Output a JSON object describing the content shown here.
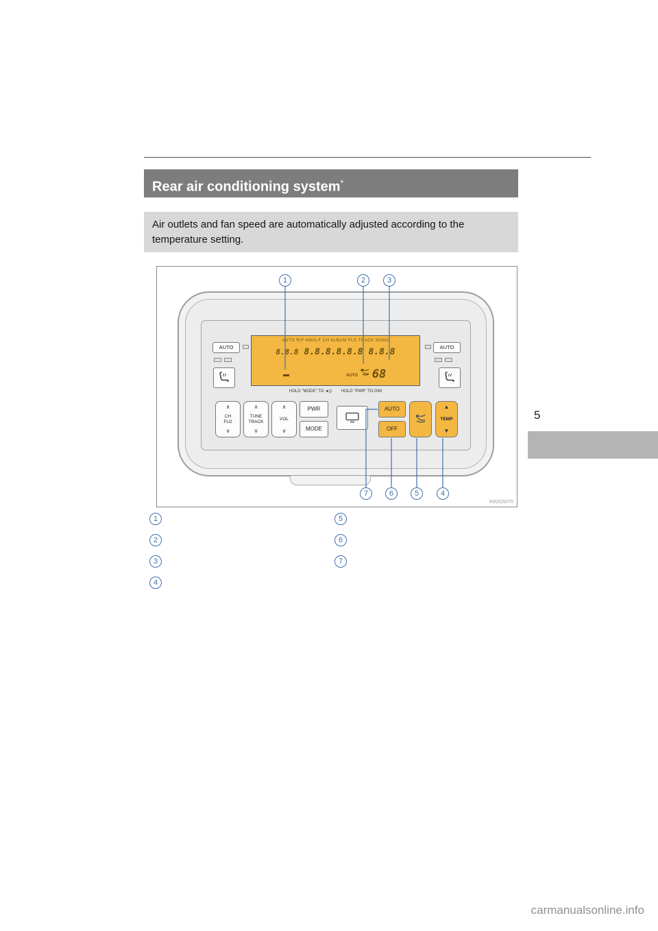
{
  "page": {
    "chapter_number": "5",
    "watermark": "carmanualsonline.info"
  },
  "section": {
    "title": "Rear air conditioning system",
    "title_note": "*"
  },
  "intro": "Air outlets and fan speed are automatically adjusted according to the temperature setting.",
  "diagram": {
    "figure_code": "IN52G5070",
    "display": {
      "status_row": "AUTO  R/F AM/A-F  CH  ALBUM  FLD TRACK  SONG",
      "segments_small": "8.8.8",
      "segments_large": "8.8.8.8.8.8  8.8.8",
      "auto_label": "AUTO",
      "temp_value": "68",
      "hold_hint_left": "HOLD \"MODE\" TO ◄))",
      "hold_hint_right": "HOLD \"PWR\" TO  DIM"
    },
    "buttons": {
      "auto_left": "AUTO",
      "auto_right": "AUTO",
      "up_arrow": "∧",
      "down_arrow": "∨",
      "ch": "CH",
      "fld": "FLD",
      "tune": "TUNE",
      "track": "TRACK",
      "vol": "VOL",
      "pwr": "PWR",
      "mode": "MODE",
      "auto_rear": "AUTO",
      "off": "OFF",
      "temp": "TEMP",
      "temp_up": "▲",
      "temp_down": "▼"
    },
    "callouts_top": [
      "1",
      "2",
      "3"
    ],
    "callouts_bottom": [
      "7",
      "6",
      "5",
      "4"
    ]
  },
  "legend": {
    "left": [
      "1",
      "2",
      "3",
      "4"
    ],
    "right": [
      "5",
      "6",
      "7"
    ]
  }
}
